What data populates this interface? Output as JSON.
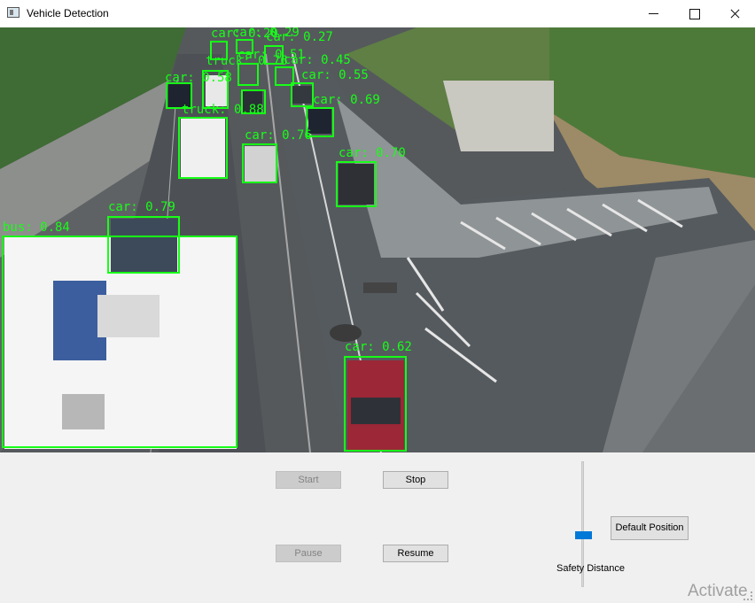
{
  "window": {
    "title": "Vehicle Detection",
    "controls": [
      "minimize",
      "maximize",
      "close"
    ]
  },
  "detections": [
    {
      "label": "car: 0.20"
    },
    {
      "label": "car: 0.29"
    },
    {
      "label": "car: 0.27"
    },
    {
      "label": "car: 0.51"
    },
    {
      "label": "car: 0.45"
    },
    {
      "label": "truck: 0.76"
    },
    {
      "label": "car: 0.55"
    },
    {
      "label": "car: 0.58"
    },
    {
      "label": "car: 0.69"
    },
    {
      "label": "truck: 0.88"
    },
    {
      "label": "car: 0.76"
    },
    {
      "label": "car: 0.70"
    },
    {
      "label": "car: 0.79"
    },
    {
      "label": "bus: 0.84"
    },
    {
      "label": "car: 0.62"
    }
  ],
  "controls": {
    "start_label": "Start",
    "stop_label": "Stop",
    "pause_label": "Pause",
    "resume_label": "Resume",
    "default_position_label": "Default Position",
    "slider_label": "Safety Distance",
    "slider_value": 0.62
  },
  "watermark": "Activate",
  "colors": {
    "detection": "#17ff17",
    "accent": "#0078d7"
  }
}
